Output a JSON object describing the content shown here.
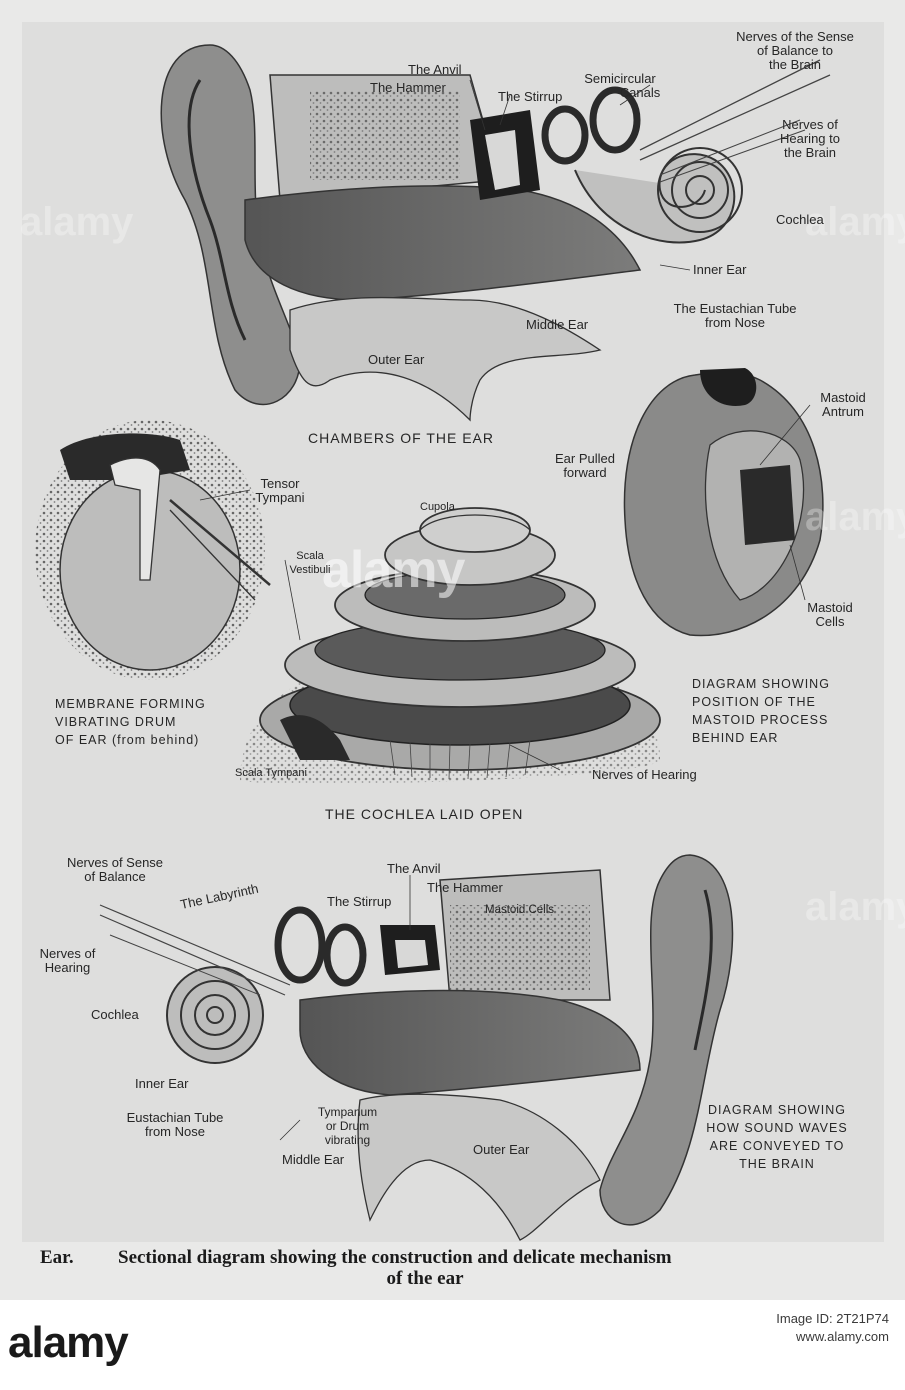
{
  "top_diagram": {
    "title": "CHAMBERS OF THE EAR",
    "labels": {
      "nerves_balance": [
        "Nerves of the Sense",
        "of Balance to",
        "the Brain"
      ],
      "anvil": "The Anvil",
      "hammer": "The Hammer",
      "stirrup": "The Stirrup",
      "semicircular": [
        "Semicircular",
        "Canals"
      ],
      "nerves_hearing": [
        "Nerves of",
        "Hearing to",
        "the Brain"
      ],
      "cochlea": "Cochlea",
      "inner_ear": "Inner Ear",
      "eustachian": [
        "The Eustachian Tube",
        "from Nose"
      ],
      "middle_ear": "Middle Ear",
      "outer_ear": "Outer Ear"
    }
  },
  "mastoid_diagram": {
    "labels": {
      "ear_pulled": [
        "Ear Pulled",
        "forward"
      ],
      "antrum": [
        "Mastoid",
        "Antrum"
      ],
      "cells": [
        "Mastoid",
        "Cells"
      ]
    },
    "caption": [
      "DIAGRAM SHOWING",
      "POSITION OF THE",
      "MASTOID PROCESS",
      "BEHIND EAR"
    ]
  },
  "membrane_diagram": {
    "labels": {
      "tensor": [
        "Tensor",
        "Tympani"
      ]
    },
    "caption": [
      "MEMBRANE FORMING",
      "VIBRATING DRUM",
      "OF EAR (from behind)"
    ]
  },
  "cochlea_diagram": {
    "title": "THE COCHLEA LAID OPEN",
    "labels": {
      "cupola": "Cupola",
      "scala_vestibuli": [
        "Scala",
        "Vestibuli"
      ],
      "scala_tympani": "Scala Tympani",
      "nerves_hearing": "Nerves of Hearing"
    }
  },
  "bottom_diagram": {
    "labels": {
      "nerves_balance": [
        "Nerves of Sense",
        "of Balance"
      ],
      "labyrinth": "The Labyrinth",
      "stirrup": "The Stirrup",
      "anvil": "The Anvil",
      "hammer": "The Hammer",
      "mastoid_cells": "Mastoid Cells",
      "nerves_hearing": [
        "Nerves of",
        "Hearing"
      ],
      "cochlea": "Cochlea",
      "inner_ear": "Inner Ear",
      "eustachian": [
        "Eustachian Tube",
        "from Nose"
      ],
      "tympanum": [
        "Tympanum",
        "or Drum",
        "vibrating"
      ],
      "middle_ear": "Middle Ear",
      "outer_ear": "Outer Ear"
    },
    "caption": [
      "DIAGRAM SHOWING",
      "HOW SOUND WAVES",
      "ARE CONVEYED TO",
      "THE BRAIN"
    ]
  },
  "caption": {
    "lead": "Ear.",
    "line1": "Sectional diagram showing the construction and delicate mechanism",
    "line2": "of the ear"
  },
  "stock": {
    "watermark": "alamy",
    "logo": "alamy",
    "image_id": "Image ID: 2T21P74",
    "site": "www.alamy.com"
  },
  "colors": {
    "paper": "#e9e9e8",
    "plate": "#dededd",
    "ink": "#262626"
  }
}
